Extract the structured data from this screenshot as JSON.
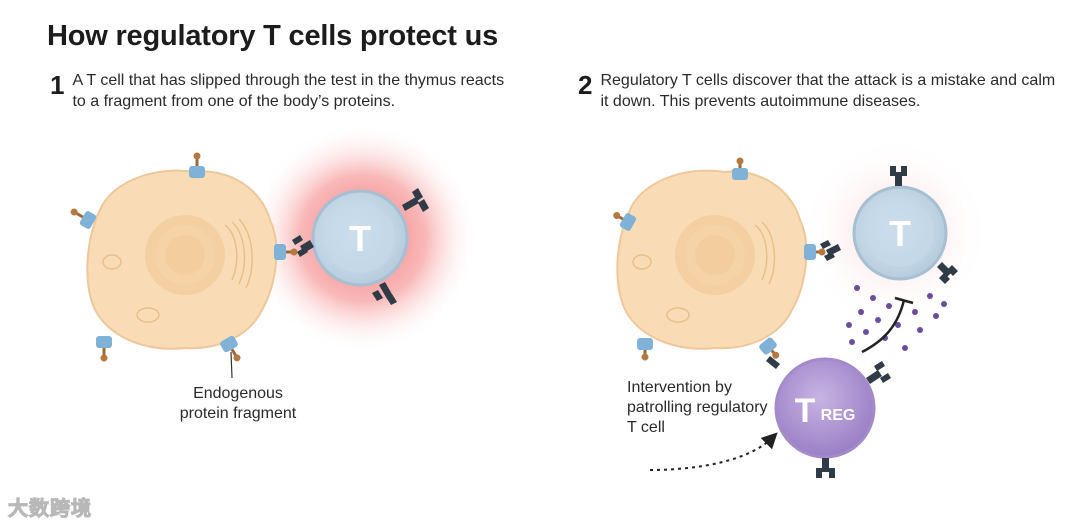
{
  "title": "How regulatory T cells protect us",
  "step1": {
    "number": "1",
    "text": "A T cell that has slipped through the test in the thymus reacts to a fragment from one of the body’s proteins."
  },
  "step2": {
    "number": "2",
    "text": "Regulatory T cells discover that the attack is a mistake and calm it down. This prevents autoimmune diseases."
  },
  "labels": {
    "fragment": "Endogenous protein fragment",
    "intervention": "Intervention by patrolling regulatory T cell"
  },
  "cells": {
    "t_cell_letter": "T",
    "treg_main": "T",
    "treg_sub": "REG"
  },
  "watermark": "大数跨境",
  "colors": {
    "body_cell": "#f9dcb6",
    "t_cell": "#c9dcea",
    "treg_cell": "#b7a0d6",
    "receptor": "#2f3b47",
    "inflammation": "#f07070",
    "cytokine_dots": "#6a4e9c"
  }
}
